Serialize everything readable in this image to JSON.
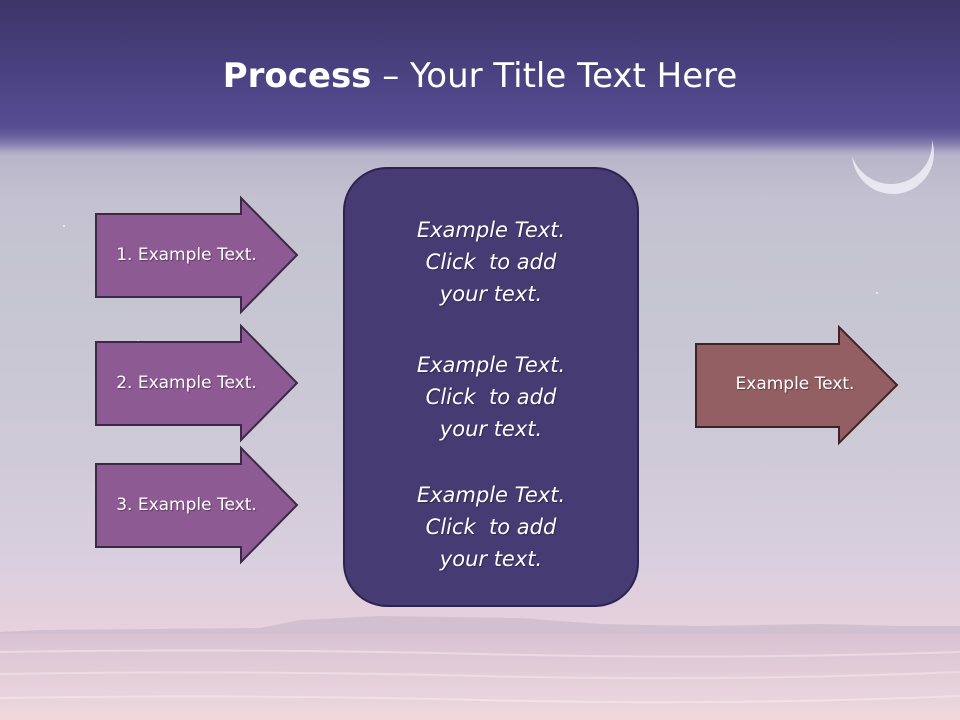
{
  "slide": {
    "title_bold": "Process",
    "title_rest": " – Your Title Text Here",
    "left_arrows": [
      {
        "label": "1. Example Text."
      },
      {
        "label": "2. Example Text."
      },
      {
        "label": "3. Example Text."
      }
    ],
    "center_blocks": [
      {
        "line1": "Example Text.",
        "line2": "Click  to add",
        "line3": "your text."
      },
      {
        "line1": "Example Text.",
        "line2": "Click  to add",
        "line3": "your text."
      },
      {
        "line1": "Example Text.",
        "line2": "Click  to add",
        "line3": "your text."
      }
    ],
    "right_arrow": {
      "label": "Example Text."
    }
  },
  "colors": {
    "left_arrow_fill": "#8e5a94",
    "left_arrow_stroke": "#3b2a44",
    "center_box_fill": "#473b73",
    "right_arrow_fill": "#935f63",
    "right_arrow_stroke": "#3d2426",
    "title_band": "#4a4180"
  }
}
